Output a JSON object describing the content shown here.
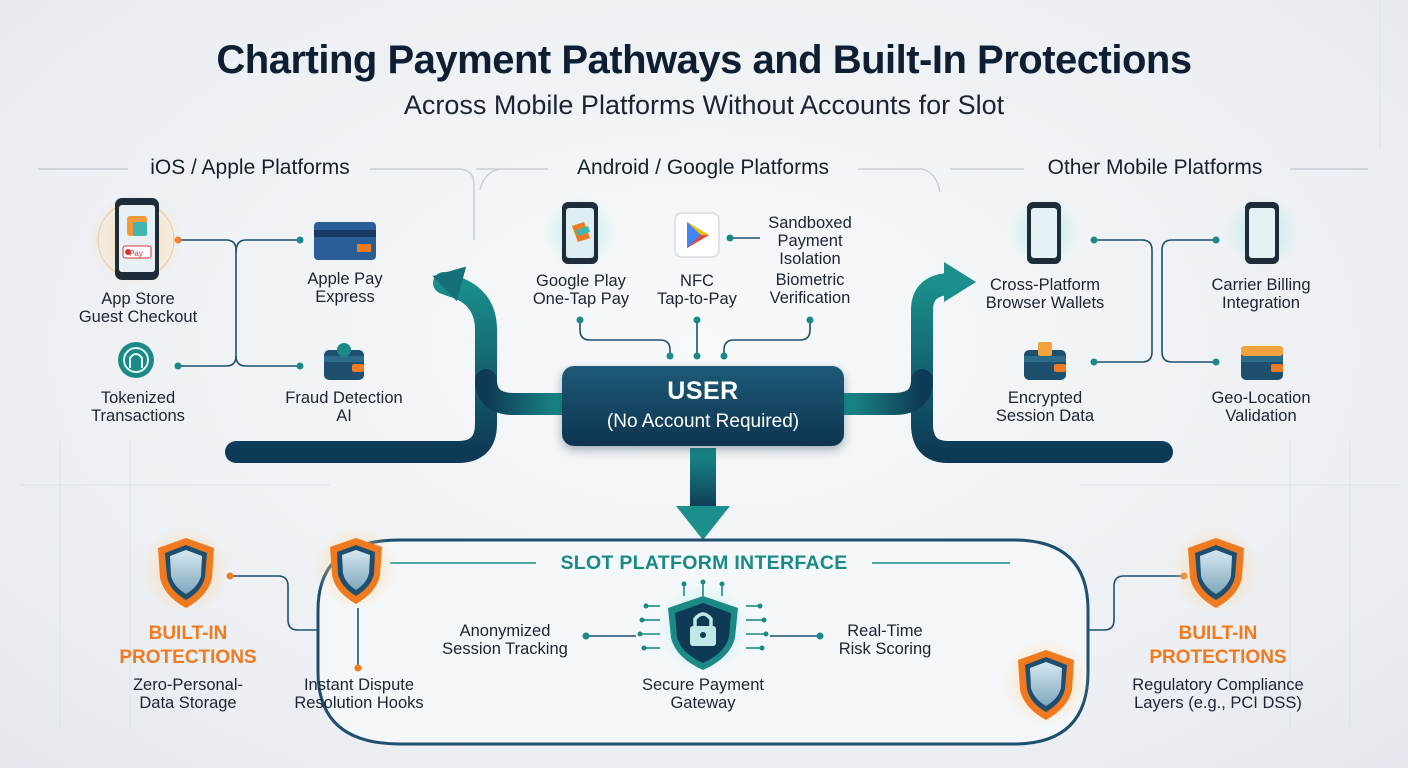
{
  "header": {
    "title": "Charting Payment Pathways and Built-In Protections",
    "subtitle": "Across Mobile Platforms Without Accounts for Slot"
  },
  "sections": {
    "ios": "iOS / Apple Platforms",
    "android": "Android / Google Platforms",
    "other": "Other Mobile Platforms"
  },
  "ios": {
    "app_store_line1": "App Store",
    "app_store_line2": "Guest Checkout",
    "apple_pay_line1": "Apple Pay",
    "apple_pay_line2": "Express",
    "tokenized_line1": "Tokenized",
    "tokenized_line2": "Transactions",
    "fraud_line1": "Fraud Detection",
    "fraud_line2": "AI",
    "phone_badge": "Pay"
  },
  "android": {
    "google_play_line1": "Google Play",
    "google_play_line2": "One-Tap Pay",
    "nfc_line1": "NFC",
    "nfc_line2": "Tap-to-Pay",
    "sandboxed_line1": "Sandboxed",
    "sandboxed_line2": "Payment",
    "sandboxed_line3": "Isolation",
    "biometric_line1": "Biometric",
    "biometric_line2": "Verification"
  },
  "other": {
    "cross_platform_line1": "Cross-Platform",
    "cross_platform_line2": "Browser Wallets",
    "carrier_line1": "Carrier Billing",
    "carrier_line2": "Integration",
    "encrypted_line1": "Encrypted",
    "encrypted_line2": "Session Data",
    "geo_line1": "Geo-Location",
    "geo_line2": "Validation"
  },
  "user": {
    "label": "USER",
    "note": "(No Account Required)"
  },
  "slot": {
    "title": "SLOT PLATFORM INTERFACE",
    "anonymized_line1": "Anonymized",
    "anonymized_line2": "Session Tracking",
    "gateway_line1": "Secure Payment",
    "gateway_line2": "Gateway",
    "risk_line1": "Real-Time",
    "risk_line2": "Risk Scoring",
    "dispute_line1": "Instant Dispute",
    "dispute_line2": "Resolution Hooks"
  },
  "protections_left": {
    "title_line1": "BUILT-IN",
    "title_line2": "PROTECTIONS",
    "item_line1": "Zero-Personal-",
    "item_line2": "Data Storage"
  },
  "protections_right": {
    "title_line1": "BUILT-IN",
    "title_line2": "PROTECTIONS",
    "item_line1": "Regulatory Compliance",
    "item_line2": "Layers (e.g., PCI DSS)"
  },
  "colors": {
    "teal": "#14807f",
    "navy": "#0d3550",
    "orange": "#f07a1f",
    "text": "#1b2430"
  },
  "icons": [
    "phone-icon",
    "credit-card-icon",
    "token-icon",
    "wallet-icon",
    "play-store-icon",
    "shield-icon",
    "lock-icon"
  ]
}
